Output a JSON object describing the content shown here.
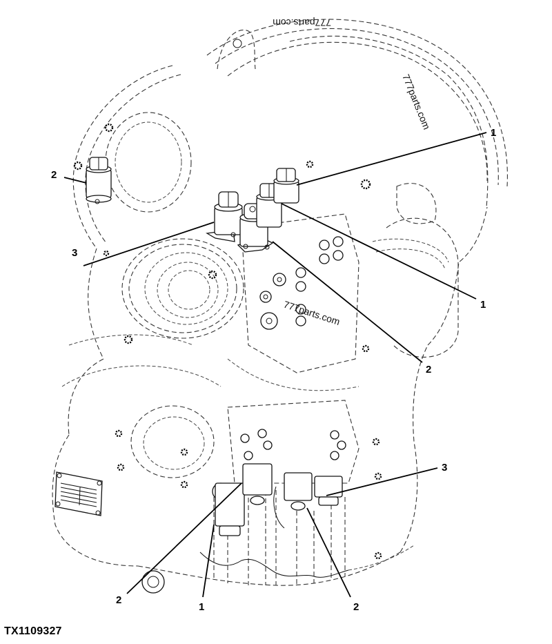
{
  "figure": {
    "id_label": "TX1109327",
    "subject": "Transmission solenoid locations (line drawing)",
    "watermarks": [
      "777parts.com",
      "777parts.com",
      "777parts.com"
    ]
  },
  "callouts": [
    {
      "number": "1",
      "target": "upper-right-solenoid"
    },
    {
      "number": "1",
      "target": "upper-center-solenoid"
    },
    {
      "number": "2",
      "target": "upper-left-solenoid"
    },
    {
      "number": "2",
      "target": "upper-front-solenoid"
    },
    {
      "number": "3",
      "target": "upper-left-front-solenoid"
    },
    {
      "number": "3",
      "target": "lower-right-solenoid"
    },
    {
      "number": "2",
      "target": "lower-left-solenoid"
    },
    {
      "number": "1",
      "target": "lower-left-center-solenoid"
    },
    {
      "number": "2",
      "target": "lower-center-solenoid"
    }
  ],
  "colors": {
    "line": "#000000",
    "background": "#ffffff"
  }
}
